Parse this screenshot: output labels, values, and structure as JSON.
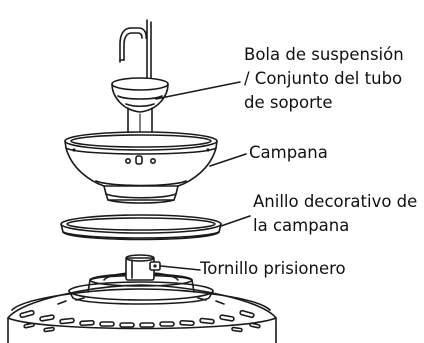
{
  "labels": {
    "ball_line1": "Bola de suspensión",
    "ball_line2": "/ Conjunto del tubo",
    "ball_line3": "de soporte",
    "canopy": "Campana",
    "ring_line1": "Anillo decorativo de",
    "ring_line2": "la campana",
    "screw": "Tornillo prisionero"
  },
  "colors": {
    "line": "#1a1a1a",
    "background": "#ffffff"
  }
}
